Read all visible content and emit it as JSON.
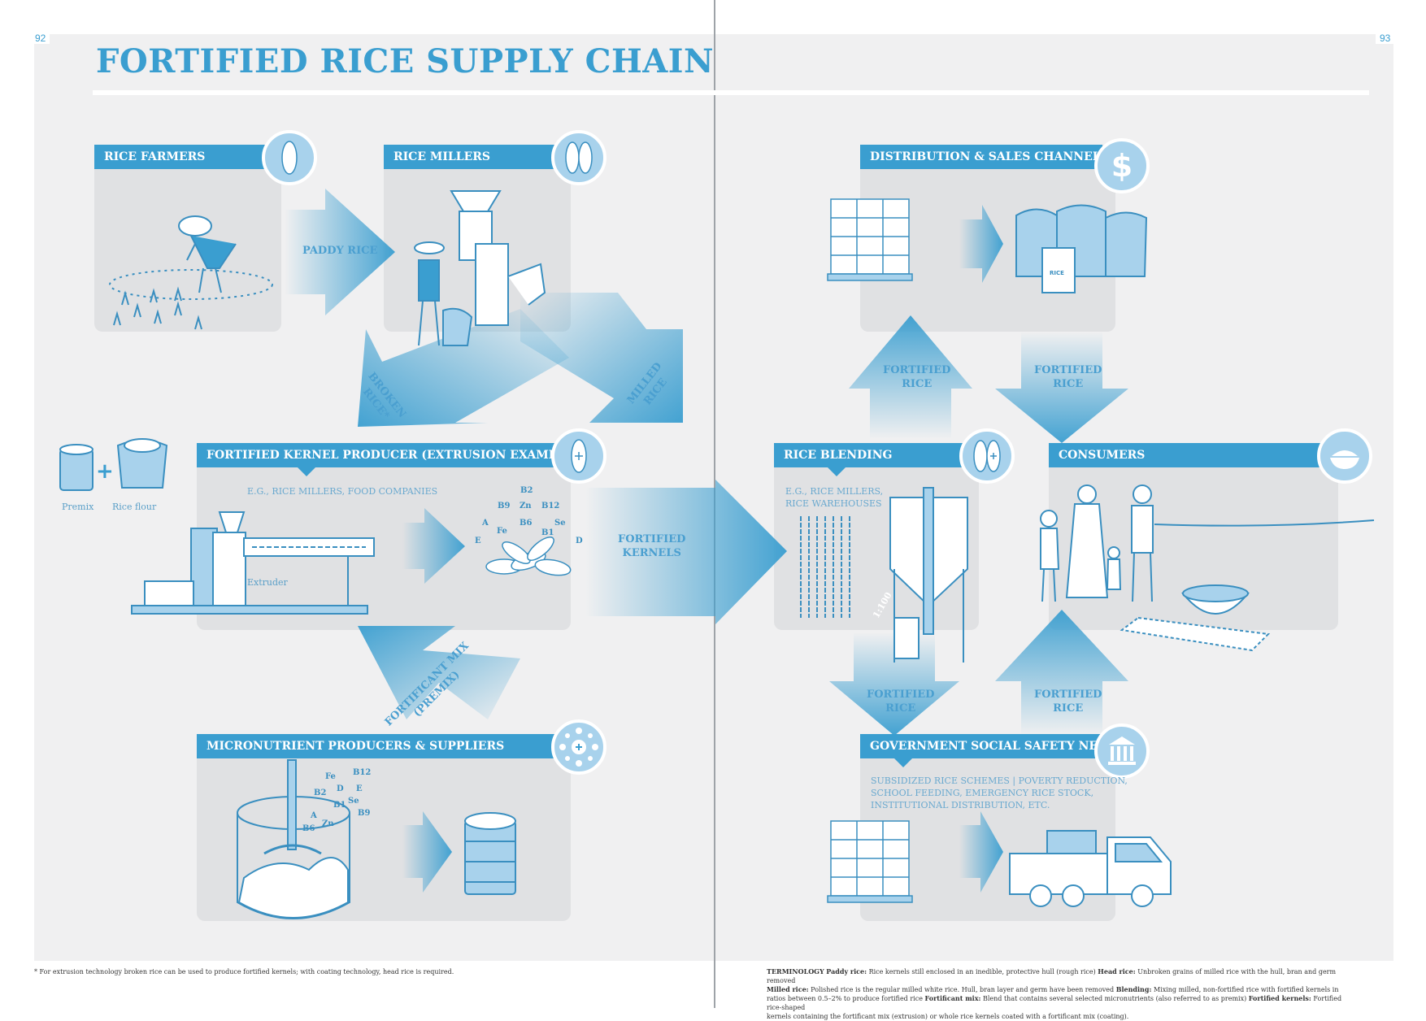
{
  "page": {
    "left_number": "92",
    "right_number": "93",
    "title": "FORTIFIED RICE SUPPLY CHAIN"
  },
  "nodes": {
    "rice_farmers": {
      "header": "RICE FARMERS",
      "icon": "grain-icon"
    },
    "rice_millers": {
      "header": "RICE MILLERS",
      "icon": "split-grain-icon"
    },
    "kernel_producer": {
      "header": "FORTIFIED KERNEL PRODUCER (EXTRUSION EXAMPLE)",
      "icon": "fortified-grain-icon",
      "note": "E.G., RICE MILLERS, FOOD COMPANIES",
      "extruder_label": "Extruder",
      "premix_label": "Premix",
      "rice_flour_label": "Rice flour",
      "plus": "+",
      "nutrients": [
        "B2",
        "B9",
        "Zn",
        "B12",
        "A",
        "Fe",
        "B6",
        "Se",
        "E",
        "B1",
        "D"
      ]
    },
    "micronutrient_producers": {
      "header": "MICRONUTRIENT PRODUCERS & SUPPLIERS",
      "icon": "molecule-icon",
      "nutrients": [
        "Fe",
        "B12",
        "B2",
        "D",
        "E",
        "B1",
        "Se",
        "A",
        "B9",
        "Zn",
        "B6"
      ]
    },
    "distribution": {
      "header": "DISTRIBUTION & SALES CHANNELS",
      "icon": "dollar-icon",
      "bag_text": "RICE"
    },
    "rice_blending": {
      "header": "RICE BLENDING",
      "icon": "blend-grain-icon",
      "note_line1": "E.G., RICE MILLERS,",
      "note_line2": "RICE WAREHOUSES",
      "ratio": "1:100"
    },
    "consumers": {
      "header": "CONSUMERS",
      "icon": "bowl-icon"
    },
    "government": {
      "header": "GOVERNMENT SOCIAL SAFETY NETS",
      "icon": "institution-icon",
      "note_line1": "SUBSIDIZED RICE SCHEMES | POVERTY REDUCTION,",
      "note_line2": "SCHOOL FEEDING, EMERGENCY RICE STOCK,",
      "note_line3": "INSTITUTIONAL DISTRIBUTION, ETC."
    }
  },
  "flows": {
    "paddy_rice": "PADDY RICE",
    "broken_rice_1": "BROKEN",
    "broken_rice_2": "RICE*",
    "milled_rice_1": "MILLED",
    "milled_rice_2": "RICE",
    "fortificant_mix_1": "FORTIFICANT MIX",
    "fortificant_mix_2": "(PREMIX)",
    "fortified_kernels_1": "FORTIFIED",
    "fortified_kernels_2": "KERNELS",
    "fortified_rice_1": "FORTIFIED",
    "fortified_rice_2": "RICE"
  },
  "footnotes": {
    "left": "* For extrusion technology broken rice can be used to produce fortified kernels; with coating technology, head rice is required.",
    "terminology_label": "TERMINOLOGY",
    "paddy_term": "Paddy rice:",
    "paddy_def": "Rice kernels still enclosed in an inedible, protective hull (rough rice)",
    "head_term": "Head rice:",
    "head_def": "Unbroken grains of milled rice with the hull, bran and germ removed",
    "milled_term": "Milled rice:",
    "milled_def": "Polished rice is the regular milled white rice. Hull, bran layer and germ have been removed",
    "blending_term": "Blending:",
    "blending_def": "Mixing milled, non-fortified rice with fortified kernels in",
    "blending_def2": "ratios between 0.5–2% to produce fortified rice",
    "fortificant_term": "Fortificant mix:",
    "fortificant_def": "Blend that contains several selected micronutrients (also referred to as premix)",
    "kernels_term": "Fortified kernels:",
    "kernels_def": "Fortified rice-shaped",
    "kernels_def2": "kernels containing the fortificant mix (extrusion) or whole rice kernels coated with a fortificant mix (coating)."
  },
  "colors": {
    "accent": "#3a9ed0",
    "light_accent": "#a8d2ec",
    "card": "#e0e1e3",
    "background": "#f0f0f1"
  }
}
